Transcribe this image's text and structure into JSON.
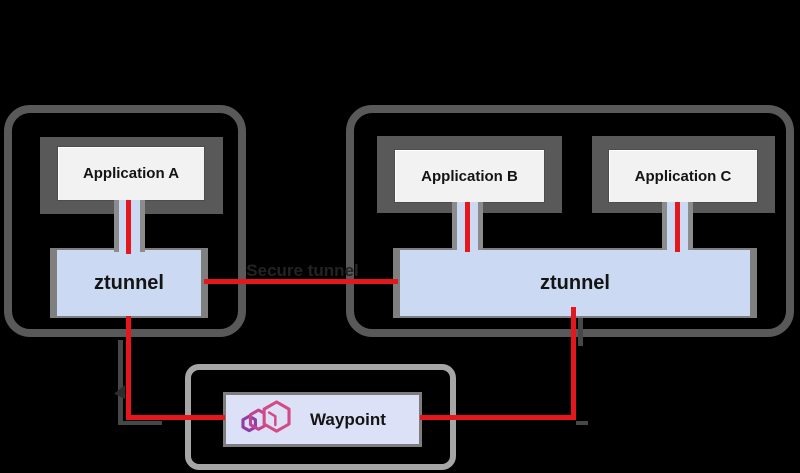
{
  "diagram": {
    "title_hint": "Istio ambient mesh: ztunnel and waypoint data path",
    "labels": {
      "app_a": "Application A",
      "app_b": "Application B",
      "app_c": "Application C",
      "ztunnel_left": "ztunnel",
      "ztunnel_right": "ztunnel",
      "secure_tunnel": "Secure tunnel",
      "waypoint": "Waypoint"
    },
    "icons": {
      "waypoint_icon": "hexagon-stack-icon"
    },
    "colors": {
      "background": "#000000",
      "node_border": "#595959",
      "app_frame": "#595959",
      "app_fill": "#f2f2f2",
      "ztunnel_fill": "#ccd9f2",
      "ztunnel_border": "#7f7f7f",
      "waypoint_fill": "#dce1f7",
      "waypoint_container_border": "#a6a6a6",
      "traffic_line": "#e3171c",
      "icon_pink": "#d44a86",
      "icon_magenta": "#c2458f",
      "icon_purple": "#8d3fa6",
      "label_text": "#141414"
    }
  }
}
